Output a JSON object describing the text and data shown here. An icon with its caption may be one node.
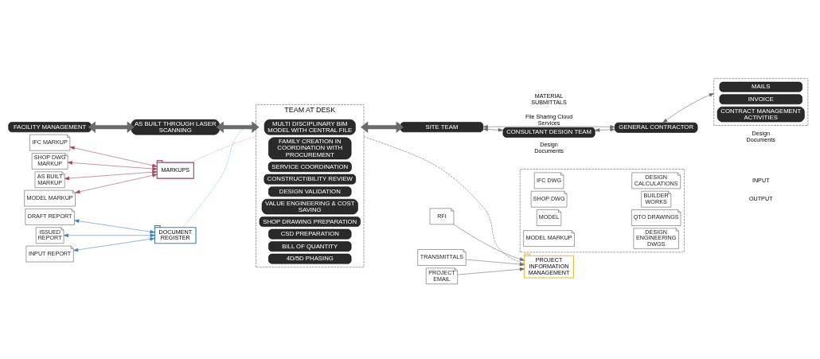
{
  "diagram": {
    "nodes": [
      {
        "text": [
          "FACILITY MANAGEMENT"
        ]
      },
      {
        "text": [
          "AS BUILT THROUGH LASER SCANNING"
        ]
      },
      {
        "text": [
          "TEAM AT DESK"
        ]
      },
      {
        "text": [
          "MULTI DISCIPLINARY BIM MODEL WITH CENTRAL FILE"
        ],
        "in": 2
      },
      {
        "text": [
          "FAMILY CREATION IN COORDINATION WITH PROCUREMENT"
        ],
        "in": 2
      },
      {
        "text": [
          "SERVICE COORDINATION"
        ],
        "in": 2
      },
      {
        "text": [
          "CONSTRUCTIBILITY REVIEW"
        ],
        "in": 2
      },
      {
        "text": [
          "DESIGN VALIDATION"
        ],
        "in": 2
      },
      {
        "text": [
          "VALUE ENGINEERING & COST SAVING"
        ],
        "in": 2
      },
      {
        "text": [
          "SHOP DRAWING PREPARATION"
        ],
        "in": 2
      },
      {
        "text": [
          "CSD PREPARATION"
        ],
        "in": 2
      },
      {
        "text": [
          "BILL OF QUANTITY"
        ],
        "in": 2
      },
      {
        "text": [
          "4D/5D PHASING"
        ],
        "in": 2
      },
      {
        "text": [
          "DOCUMENT REGISTER"
        ]
      },
      {
        "text": [
          "DRAFT REPORT"
        ]
      },
      {
        "text": [
          "INPUT REPORT"
        ]
      },
      {
        "text": [
          "ISSUED REPORT"
        ]
      },
      {
        "text": [
          "MARKUPS"
        ]
      },
      {
        "text": [
          "IFC MARKUP"
        ]
      },
      {
        "text": [
          "SHOP DWG MARKUP"
        ]
      },
      {
        "text": [
          "AS BUILT MARKUP"
        ]
      },
      {
        "text": [
          "MODEL MARKUP"
        ]
      },
      {
        "text": [
          "SITE TEAM"
        ]
      },
      {
        "text": [
          "CONSULTANT DESIGN TEAM"
        ]
      },
      {
        "text": [
          "GENERAL CONTRACTOR"
        ]
      },
      {
        "text": [],
        "shape": "box"
      },
      {
        "text": [
          "MAILS"
        ],
        "in": 25
      },
      {
        "text": [
          "INVOICE"
        ],
        "in": 25
      },
      {
        "text": [
          "CONTRACT MANAGEMENT ACTIVITIES"
        ],
        "in": 25
      },
      {
        "text": [
          "PROJECT EMAIL"
        ]
      },
      {
        "text": [
          "RFI"
        ]
      },
      {
        "text": [
          "TRANSMITTALS"
        ]
      },
      {
        "text": [
          "PROJECT INFORMATION MANAGEMENT"
        ]
      },
      {
        "text": [],
        "shape": "box"
      },
      {
        "text": [
          "IFC DWG"
        ],
        "in": 33
      },
      {
        "text": [
          "DESIGN CALCULATIONS"
        ],
        "in": 33
      },
      {
        "text": [
          "SHOP DWG"
        ],
        "in": 33
      },
      {
        "text": [
          "BUILDER WORKS"
        ],
        "in": 33
      },
      {
        "text": [
          "MODEL"
        ],
        "in": 33
      },
      {
        "text": [
          "QTO DRAWINGS"
        ],
        "in": 33
      },
      {
        "text": [
          "MODEL MARKUP"
        ],
        "in": 33
      },
      {
        "text": [
          "DESIGN ENGINEERING DWGS"
        ],
        "in": 33
      }
    ],
    "edges": [
      {
        "from": 0,
        "to": 1,
        "arrow": "both",
        "style": "thick"
      },
      {
        "from": 1,
        "to": 2,
        "arrow": "both",
        "style": "thick"
      },
      {
        "from": 2,
        "to": 22,
        "arrow": "both",
        "style": "thick"
      },
      {
        "from": 13,
        "to": 14,
        "arrow": "both",
        "color": "#3a7cc0"
      },
      {
        "from": 13,
        "to": 15,
        "arrow": "both",
        "color": "#3a7cc0"
      },
      {
        "from": 13,
        "to": 16,
        "arrow": "both",
        "color": "#3a7cc0"
      },
      {
        "from": 13,
        "to": 2,
        "arrow": "none",
        "style": "dashed",
        "color": "#6ab8e0"
      },
      {
        "from": 17,
        "to": 18,
        "arrow": "both",
        "color": "#a0405a"
      },
      {
        "from": 17,
        "to": 19,
        "arrow": "both",
        "color": "#a0405a"
      },
      {
        "from": 17,
        "to": 20,
        "arrow": "both",
        "color": "#a0405a"
      },
      {
        "from": 17,
        "to": 21,
        "arrow": "both",
        "color": "#a0405a"
      },
      {
        "from": 17,
        "to": 2,
        "arrow": "none",
        "style": "dashed",
        "color": "#e0a0b0"
      },
      {
        "from": 22,
        "to": 23,
        "arrow": "both"
      },
      {
        "from": 22,
        "to": 24,
        "arrow": "both",
        "label": "File Sharing Cloud Services"
      },
      {
        "from": 23,
        "to": 24,
        "arrow": "both"
      },
      {
        "from": 24,
        "to": 25,
        "arrow": "both"
      },
      {
        "from": 2,
        "to": 32,
        "arrow": "none",
        "style": "dashed"
      },
      {
        "from": 29,
        "to": 32,
        "arrow": "to"
      },
      {
        "from": 30,
        "to": 32,
        "arrow": "to"
      },
      {
        "from": 31,
        "to": 32,
        "arrow": "to"
      }
    ],
    "labels": [
      "Design Documents",
      "MATERIAL SUBMITTALS",
      "Design Documents",
      "INPUT",
      "OUTPUT"
    ]
  }
}
